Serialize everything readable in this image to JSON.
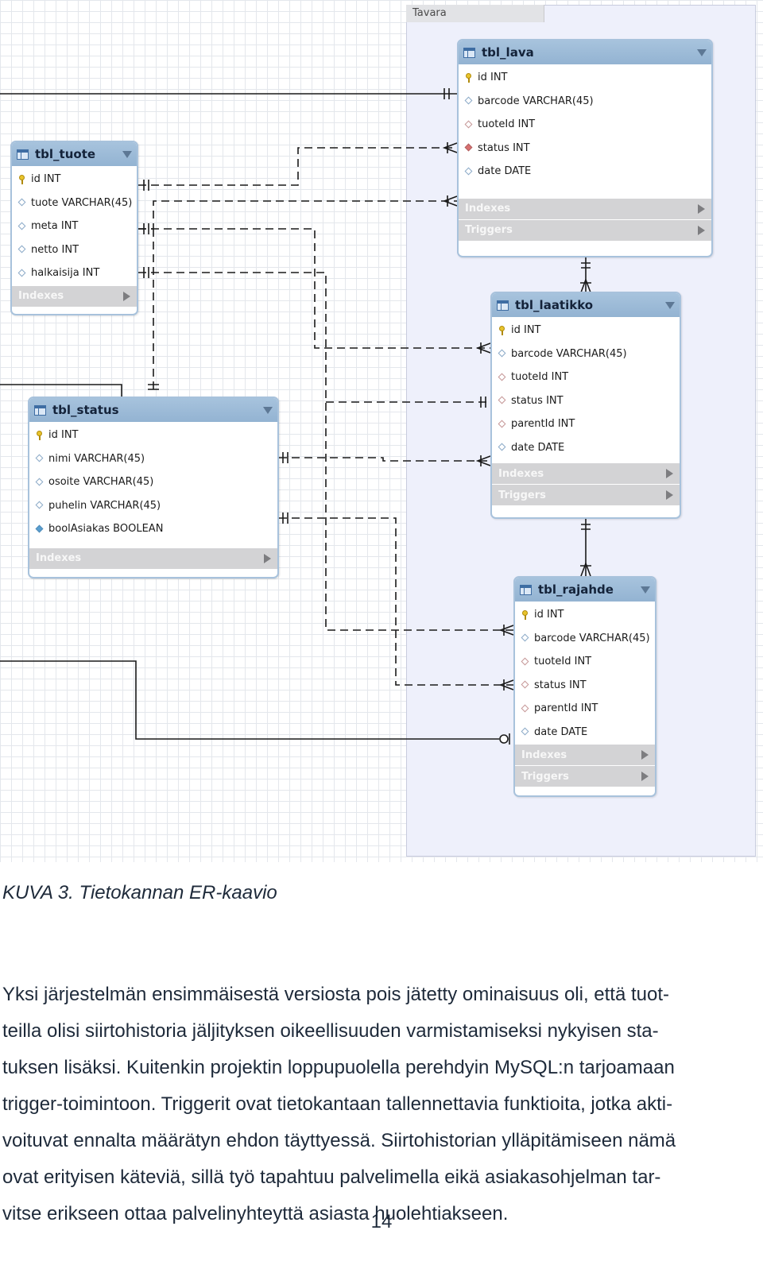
{
  "diagram": {
    "layer_label": "Tavara",
    "footer_indexes": "Indexes",
    "footer_triggers": "Triggers",
    "tables": {
      "tbl_lava": {
        "name": "tbl_lava",
        "columns": [
          {
            "text": "id INT",
            "icon": "primary-key-icon"
          },
          {
            "text": "barcode VARCHAR(45)",
            "icon": "column-icon"
          },
          {
            "text": "tuoteId INT",
            "icon": "foreign-key-icon"
          },
          {
            "text": "status INT",
            "icon": "foreign-key-required-icon"
          },
          {
            "text": "date DATE",
            "icon": "column-icon"
          }
        ]
      },
      "tbl_tuote": {
        "name": "tbl_tuote",
        "columns": [
          {
            "text": "id INT",
            "icon": "primary-key-icon"
          },
          {
            "text": "tuote VARCHAR(45)",
            "icon": "column-icon"
          },
          {
            "text": "meta INT",
            "icon": "column-icon"
          },
          {
            "text": "netto INT",
            "icon": "column-icon"
          },
          {
            "text": "halkaisija INT",
            "icon": "column-icon"
          }
        ]
      },
      "tbl_laatikko": {
        "name": "tbl_laatikko",
        "columns": [
          {
            "text": "id INT",
            "icon": "primary-key-icon"
          },
          {
            "text": "barcode VARCHAR(45)",
            "icon": "column-icon"
          },
          {
            "text": "tuoteId INT",
            "icon": "foreign-key-icon"
          },
          {
            "text": "status INT",
            "icon": "foreign-key-icon"
          },
          {
            "text": "parentId INT",
            "icon": "foreign-key-icon"
          },
          {
            "text": "date DATE",
            "icon": "column-icon"
          }
        ]
      },
      "tbl_status": {
        "name": "tbl_status",
        "columns": [
          {
            "text": "id INT",
            "icon": "primary-key-icon"
          },
          {
            "text": "nimi VARCHAR(45)",
            "icon": "column-icon"
          },
          {
            "text": "osoite VARCHAR(45)",
            "icon": "column-icon"
          },
          {
            "text": "puhelin VARCHAR(45)",
            "icon": "column-icon"
          },
          {
            "text": "boolAsiakas BOOLEAN",
            "icon": "column-filled-icon"
          }
        ]
      },
      "tbl_rajahde": {
        "name": "tbl_rajahde",
        "columns": [
          {
            "text": "id INT",
            "icon": "primary-key-icon"
          },
          {
            "text": "barcode VARCHAR(45)",
            "icon": "column-icon"
          },
          {
            "text": "tuoteId INT",
            "icon": "foreign-key-icon"
          },
          {
            "text": "status INT",
            "icon": "foreign-key-icon"
          },
          {
            "text": "parentId INT",
            "icon": "foreign-key-icon"
          },
          {
            "text": "date DATE",
            "icon": "column-icon"
          }
        ]
      }
    }
  },
  "caption": "KUVA 3. Tietokannan ER-kaavio",
  "body": {
    "lines": [
      "Yksi järjestelmän ensimmäisestä versiosta pois jätetty ominaisuus oli, että tuot-",
      "teilla olisi siirtohistoria jäljityksen oikeellisuuden varmistamiseksi nykyisen sta-",
      "tuksen lisäksi. Kuitenkin projektin loppupuolella perehdyin MySQL:n tarjoamaan",
      "trigger-toimintoon. Triggerit ovat tietokantaan tallennettavia funktioita, jotka akti-",
      "voituvat ennalta määrätyn ehdon täyttyessä. Siirtohistorian ylläpitämiseen nämä",
      "ovat erityisen käteviä, sillä työ tapahtuu palvelimella eikä asiakasohjelman tar-",
      "vitse erikseen ottaa palvelinyhteyttä asiasta huolehtiakseen."
    ]
  },
  "page_number": "14"
}
